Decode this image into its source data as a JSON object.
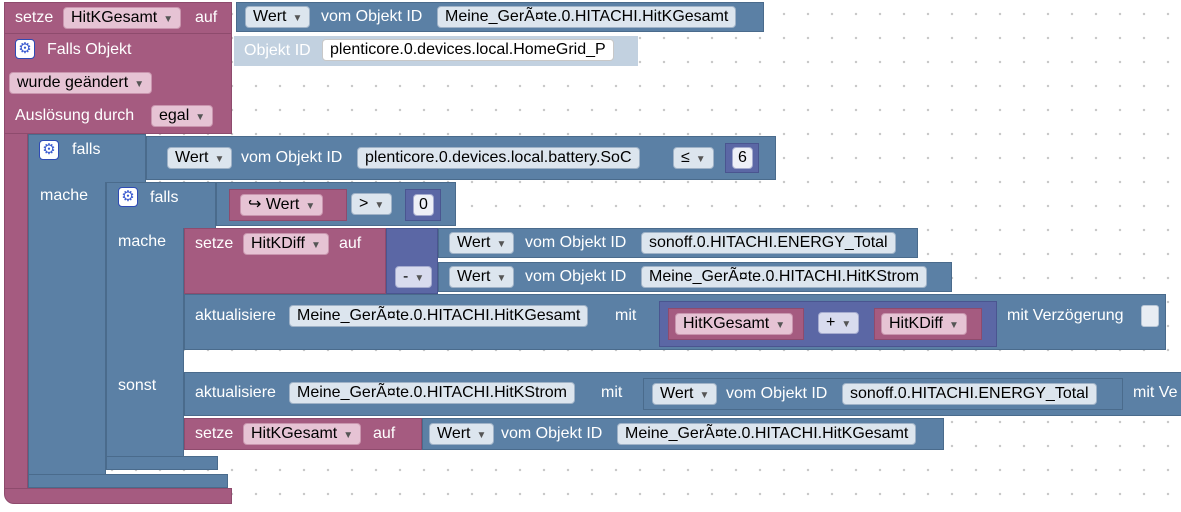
{
  "top_set": {
    "setze": "setze",
    "var": "HitKGesamt",
    "auf": "auf",
    "wert": "Wert",
    "vom": "vom Objekt ID",
    "id": "Meine_GerÃ¤te.0.HITACHI.HitKGesamt"
  },
  "trigger": {
    "label": "Falls Objekt",
    "objekt_label": "Objekt ID",
    "objekt_id": "plenticore.0.devices.local.HomeGrid_P",
    "changed": "wurde geändert",
    "ausloesung": "Auslösung durch",
    "egal": "egal"
  },
  "if1": {
    "falls": "falls",
    "wert": "Wert",
    "vom": "vom Objekt ID",
    "id": "plenticore.0.devices.local.battery.SoC",
    "op": "≤",
    "num": "6",
    "mache": "mache"
  },
  "if2": {
    "falls": "falls",
    "arg": "↪ Wert",
    "op": ">",
    "num": "0",
    "mache": "mache",
    "sonst": "sonst"
  },
  "set_diff": {
    "setze": "setze",
    "var": "HitKDiff",
    "auf": "auf",
    "minus": "-",
    "wert1": "Wert",
    "vom1": "vom Objekt ID",
    "id1": "sonoff.0.HITACHI.ENERGY_Total",
    "wert2": "Wert",
    "vom2": "vom Objekt ID",
    "id2": "Meine_GerÃ¤te.0.HITACHI.HitKStrom"
  },
  "update1": {
    "aktualisiere": "aktualisiere",
    "id": "Meine_GerÃ¤te.0.HITACHI.HitKGesamt",
    "mit": "mit",
    "var1": "HitKGesamt",
    "op": "+",
    "var2": "HitKDiff",
    "delay": "mit Verzögerung"
  },
  "update2": {
    "aktualisiere": "aktualisiere",
    "id": "Meine_GerÃ¤te.0.HITACHI.HitKStrom",
    "mit": "mit",
    "wert": "Wert",
    "vom": "vom Objekt ID",
    "obj": "sonoff.0.HITACHI.ENERGY_Total",
    "delay": "mit Ve"
  },
  "set_total": {
    "setze": "setze",
    "var": "HitKGesamt",
    "auf": "auf",
    "wert": "Wert",
    "vom": "vom Objekt ID",
    "id": "Meine_GerÃ¤te.0.HITACHI.HitKGesamt"
  },
  "colors": {
    "variables": "#a55b80",
    "logic": "#5b80a5",
    "math": "#5b67a5",
    "background": "#ffffff"
  }
}
